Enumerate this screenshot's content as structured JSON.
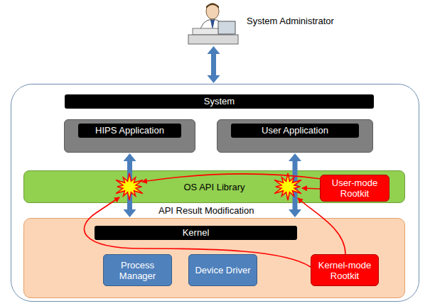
{
  "diagram": {
    "nodes": [
      {
        "text": [
          "System Administrator"
        ]
      },
      {
        "text": [
          "System"
        ]
      },
      {
        "text": [
          "HIPS Application"
        ],
        "in": 1
      },
      {
        "text": [
          "User Application"
        ],
        "in": 1
      },
      {
        "text": [
          "OS API Library"
        ],
        "in": 1
      },
      {
        "text": [
          "User-mode Rootkit"
        ],
        "in": 4
      },
      {
        "text": [
          "Kernel"
        ],
        "in": 1
      },
      {
        "text": [
          "Process Manager"
        ],
        "in": 6
      },
      {
        "text": [
          "Device Driver"
        ],
        "in": 6
      },
      {
        "text": [
          "Kernel-mode Rootkit"
        ],
        "in": 6
      }
    ],
    "edges": [
      {
        "from": 0,
        "to": 1,
        "arrow": "both"
      },
      {
        "from": 2,
        "to": 6,
        "arrow": "both"
      },
      {
        "from": 3,
        "to": 6,
        "arrow": "both"
      }
    ],
    "labels": [
      "API Result Modification"
    ]
  }
}
